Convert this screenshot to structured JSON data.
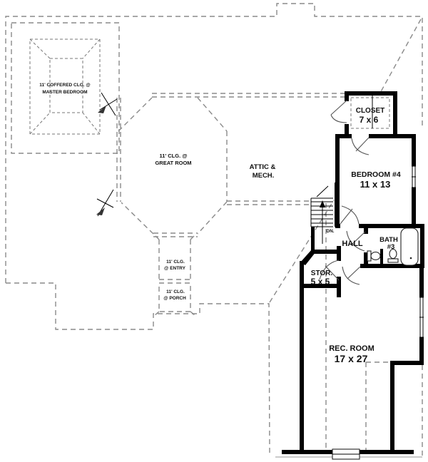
{
  "drawing": {
    "type": "second-floor house plan",
    "colors": {
      "wall": "#000000",
      "roof_dashed": "#8a8a8a",
      "text": "#111111",
      "background": "#ffffff"
    }
  },
  "rooms": {
    "master_bedroom": {
      "line1": "11' COFFERED CLG. @",
      "line2": "MASTER BEDROOM"
    },
    "great_room": {
      "line1": "11' CLG. @",
      "line2": "GREAT ROOM"
    },
    "attic": {
      "line1": "ATTIC &",
      "line2": "MECH."
    },
    "closet": {
      "name": "CLOSET",
      "dims": "7 x 6"
    },
    "bedroom4": {
      "name": "BEDROOM #4",
      "dims": "11 x 13"
    },
    "hall": {
      "name": "HALL"
    },
    "bath3": {
      "line1": "BATH",
      "line2": "#3"
    },
    "stairs": {
      "label": "DN."
    },
    "storage": {
      "name": "STOR.",
      "dims": "5 x 5"
    },
    "rec_room": {
      "name": "REC. ROOM",
      "dims": "17 x 27"
    },
    "entry": {
      "line1": "11' CLG.",
      "line2": "@ ENTRY"
    },
    "porch": {
      "line1": "11' CLG.",
      "line2": "@ PORCH"
    }
  }
}
